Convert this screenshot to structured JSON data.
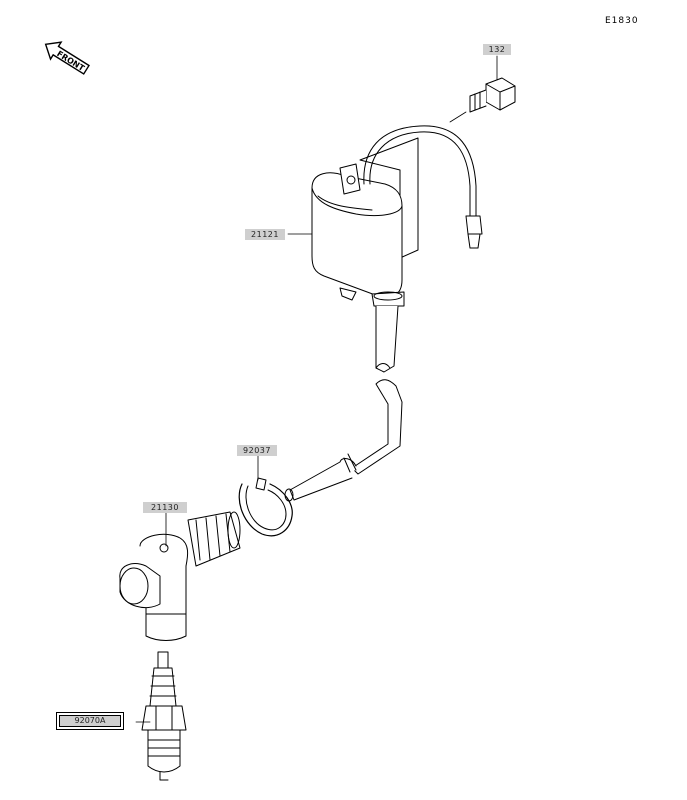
{
  "diagram_code": "E1830",
  "front_label": "FRONT",
  "parts": {
    "bolt": "132",
    "ignition_coil": "21121",
    "clamp": "92037",
    "plug_cap": "21130",
    "spark_plug": "92070A"
  }
}
